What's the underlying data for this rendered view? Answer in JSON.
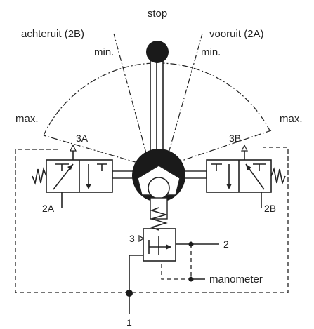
{
  "labels": {
    "stop": "stop",
    "reverse": "achteruit (2B)",
    "forward": "vooruit  (2A)",
    "min_left": "min.",
    "min_right": "min.",
    "max_left": "max.",
    "max_right": "max.",
    "port_3a": "3A",
    "port_3b": "3B",
    "port_2a": "2A",
    "port_2b": "2B",
    "port_3": "3",
    "port_2": "2",
    "port_1": "1",
    "gauge": "manometer"
  },
  "colors": {
    "line": "#222222",
    "fill": "#1a1a1a",
    "background": "#ffffff"
  }
}
